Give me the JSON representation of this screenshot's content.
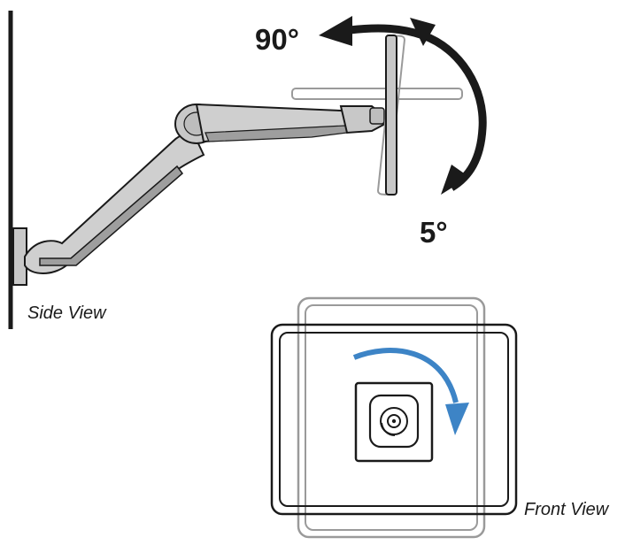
{
  "labels": {
    "tilt_up": "90°",
    "tilt_down": "5°",
    "side_view": "Side View",
    "front_view": "Front View"
  },
  "colors": {
    "rotate_arrow": "#3d84c6",
    "arm": "#c8c8c8",
    "outline": "#1a1a1a",
    "ghost": "#9a9a9a"
  },
  "icons": [
    "tilt-arrow-icon",
    "rotate-arrow-icon",
    "mount-hub-icon"
  ]
}
